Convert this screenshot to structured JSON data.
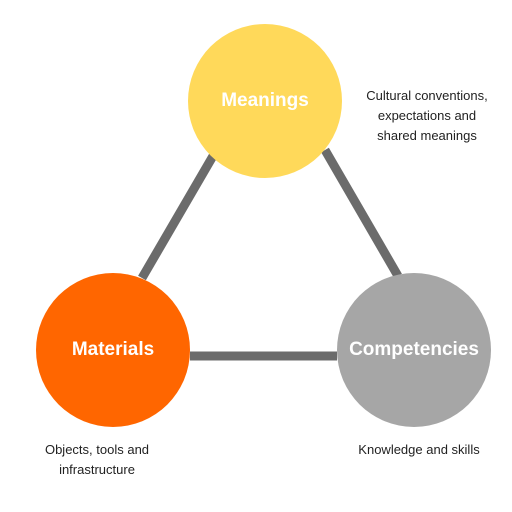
{
  "diagram": {
    "nodes": [
      {
        "id": "meanings",
        "label": "Meanings",
        "color": "#FFD95A",
        "description": [
          "Cultural conventions,",
          "expectations and",
          "shared meanings"
        ]
      },
      {
        "id": "materials",
        "label": "Materials",
        "color": "#FF6600",
        "description": [
          "Objects, tools and",
          "infrastructure"
        ]
      },
      {
        "id": "competencies",
        "label": "Competencies",
        "color": "#A6A6A6",
        "description": [
          "Knowledge and skills"
        ]
      }
    ],
    "connector_color": "#6B6B6B"
  }
}
